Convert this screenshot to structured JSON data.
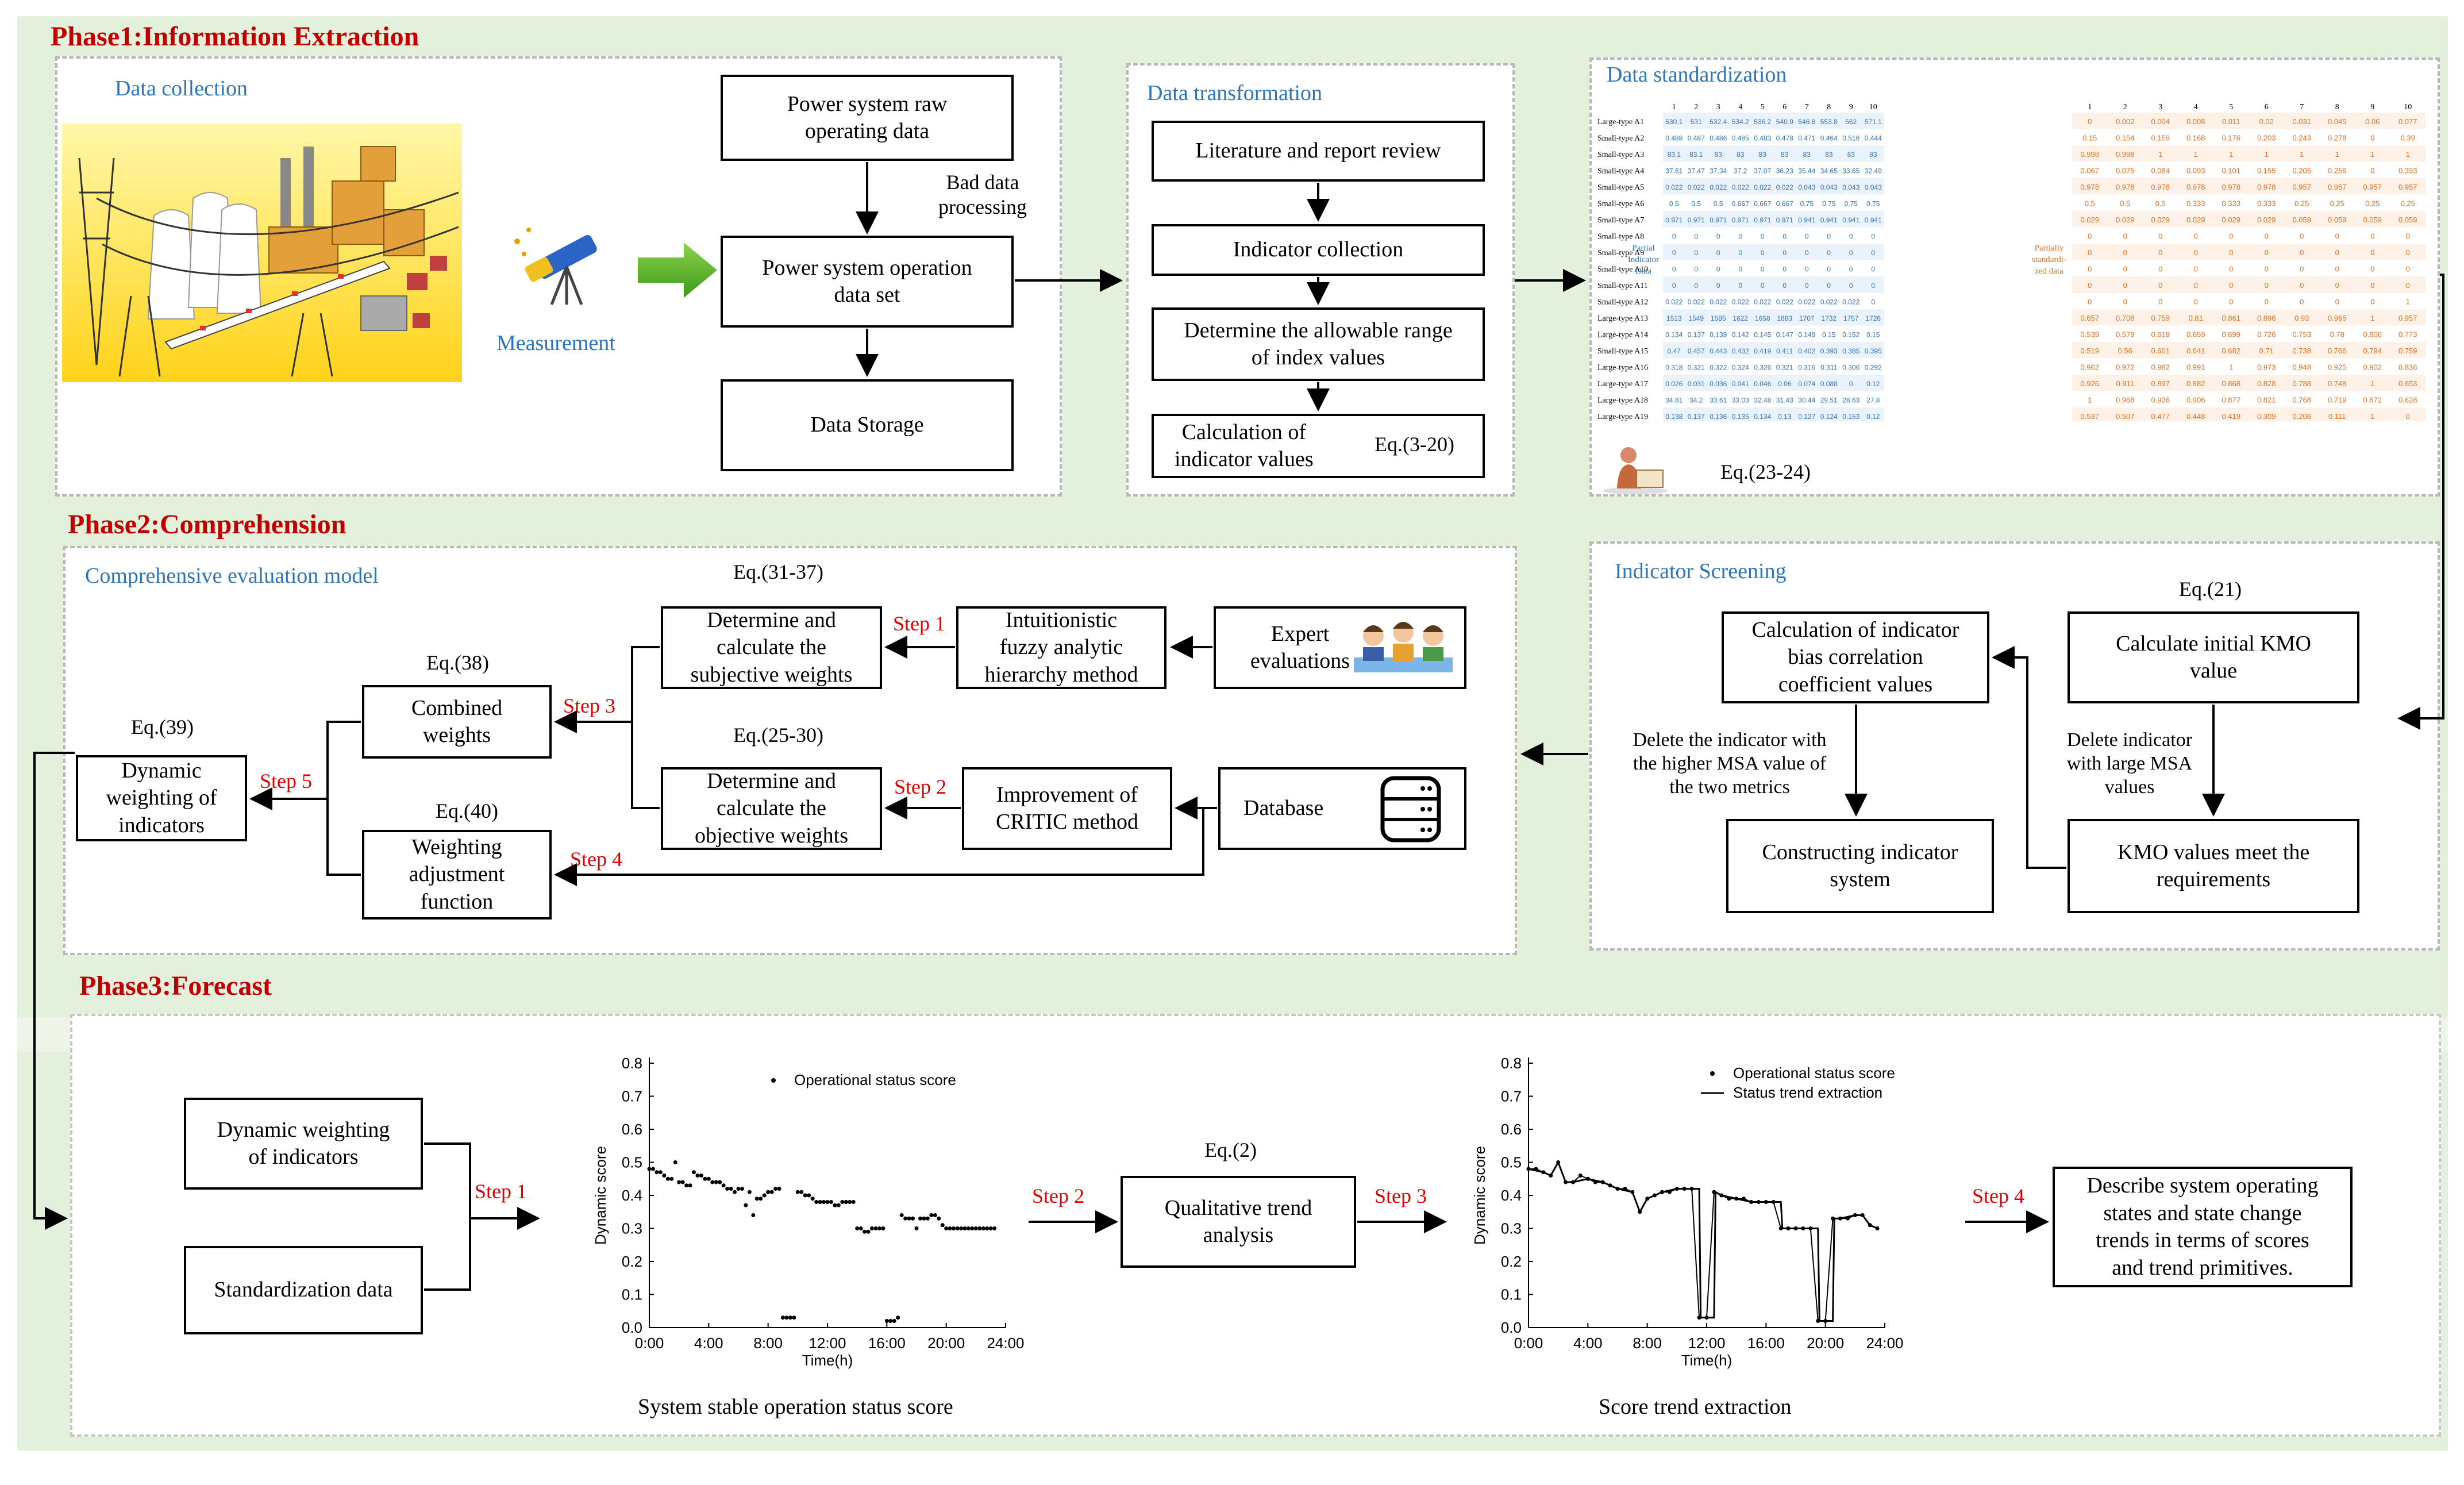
{
  "phases": {
    "phase1": "Phase1:Information Extraction",
    "phase2": "Phase2:Comprehension",
    "phase3": "Phase3:Forecast"
  },
  "data_collection": {
    "title": "Data collection",
    "measurement": "Measurement",
    "raw_data": "Power system raw\noperating data",
    "bad_data": "Bad data\nprocessing",
    "dataset": "Power system operation\ndata set",
    "storage": "Data Storage"
  },
  "data_transformation": {
    "title": "Data transformation",
    "lit_review": "Literature and report review",
    "indicator_collection": "Indicator collection",
    "allowable_range": "Determine the allowable range\nof index values",
    "calc_values": "Calculation of\nindicator values",
    "eq": "Eq.(3-20)"
  },
  "data_standardization": {
    "title": "Data standardization",
    "partial_label": "Partial\nIndicator\nData",
    "partial_std_label": "Partially\nstandardi-\nzed data",
    "eq": "Eq.(23-24)",
    "col_headers": [
      "1",
      "2",
      "3",
      "4",
      "5",
      "6",
      "7",
      "8",
      "9",
      "10"
    ],
    "row_types": [
      "Large-type",
      "Small-type",
      "Small-type",
      "Small-type",
      "Small-type",
      "Small-type",
      "Small-type",
      "Small-type",
      "Small-type",
      "Small-type",
      "Small-type",
      "Small-type",
      "Large-type",
      "Large-type",
      "Small-type",
      "Large-type",
      "Large-type",
      "Large-type",
      "Large-type"
    ],
    "row_names": [
      "A1",
      "A2",
      "A3",
      "A4",
      "A5",
      "A6",
      "A7",
      "A8",
      "A9",
      "A10",
      "A11",
      "A12",
      "A13",
      "A14",
      "A15",
      "A16",
      "A17",
      "A18",
      "A19"
    ],
    "left_rows": [
      [
        "530.1",
        "531",
        "532.4",
        "534.2",
        "536.2",
        "540.9",
        "546.8",
        "553.8",
        "562",
        "571.1"
      ],
      [
        "0.488",
        "0.487",
        "0.486",
        "0.485",
        "0.483",
        "0.478",
        "0.471",
        "0.464",
        "0.516",
        "0.444"
      ],
      [
        "83.1",
        "83.1",
        "83",
        "83",
        "83",
        "83",
        "83",
        "83",
        "83",
        "83"
      ],
      [
        "37.61",
        "37.47",
        "37.34",
        "37.2",
        "37.07",
        "36.23",
        "35.44",
        "34.65",
        "33.65",
        "32.49"
      ],
      [
        "0.022",
        "0.022",
        "0.022",
        "0.022",
        "0.022",
        "0.022",
        "0.043",
        "0.043",
        "0.043",
        "0.043"
      ],
      [
        "0.5",
        "0.5",
        "0.5",
        "0.667",
        "0.667",
        "0.667",
        "0.75",
        "0.75",
        "0.75",
        "0.75"
      ],
      [
        "0.971",
        "0.971",
        "0.971",
        "0.971",
        "0.971",
        "0.971",
        "0.941",
        "0.941",
        "0.941",
        "0.941"
      ],
      [
        "0",
        "0",
        "0",
        "0",
        "0",
        "0",
        "0",
        "0",
        "0",
        "0"
      ],
      [
        "0",
        "0",
        "0",
        "0",
        "0",
        "0",
        "0",
        "0",
        "0",
        "0"
      ],
      [
        "0",
        "0",
        "0",
        "0",
        "0",
        "0",
        "0",
        "0",
        "0",
        "0"
      ],
      [
        "0",
        "0",
        "0",
        "0",
        "0",
        "0",
        "0",
        "0",
        "0",
        "0"
      ],
      [
        "0.022",
        "0.022",
        "0.022",
        "0.022",
        "0.022",
        "0.022",
        "0.022",
        "0.022",
        "0.022",
        "0"
      ],
      [
        "1513",
        "1549",
        "1585",
        "1622",
        "1658",
        "1683",
        "1707",
        "1732",
        "1757",
        "1726"
      ],
      [
        "0.134",
        "0.137",
        "0.139",
        "0.142",
        "0.145",
        "0.147",
        "0.149",
        "0.15",
        "0.152",
        "0.15"
      ],
      [
        "0.47",
        "0.457",
        "0.443",
        "0.432",
        "0.419",
        "0.411",
        "0.402",
        "0.393",
        "0.385",
        "0.395"
      ],
      [
        "0.318",
        "0.321",
        "0.322",
        "0.324",
        "0.326",
        "0.321",
        "0.316",
        "0.311",
        "0.306",
        "0.292"
      ],
      [
        "0.026",
        "0.031",
        "0.036",
        "0.041",
        "0.046",
        "0.06",
        "0.074",
        "0.088",
        "0",
        "0.12"
      ],
      [
        "34.81",
        "34.2",
        "33.61",
        "33.03",
        "32.48",
        "31.43",
        "30.44",
        "29.51",
        "28.63",
        "27.8"
      ],
      [
        "0.138",
        "0.137",
        "0.136",
        "0.135",
        "0.134",
        "0.13",
        "0.127",
        "0.124",
        "0.153",
        "0.12"
      ]
    ],
    "right_rows": [
      [
        "0",
        "0.002",
        "0.004",
        "0.008",
        "0.011",
        "0.02",
        "0.031",
        "0.045",
        "0.06",
        "0.077"
      ],
      [
        "0.15",
        "0.154",
        "0.159",
        "0.168",
        "0.176",
        "0.203",
        "0.243",
        "0.278",
        "0",
        "0.39"
      ],
      [
        "0.998",
        "0.998",
        "1",
        "1",
        "1",
        "1",
        "1",
        "1",
        "1",
        "1"
      ],
      [
        "0.067",
        "0.075",
        "0.084",
        "0.093",
        "0.101",
        "0.155",
        "0.205",
        "0.256",
        "0",
        "0.393"
      ],
      [
        "0.978",
        "0.978",
        "0.978",
        "0.978",
        "0.978",
        "0.978",
        "0.957",
        "0.957",
        "0.957",
        "0.957"
      ],
      [
        "0.5",
        "0.5",
        "0.5",
        "0.333",
        "0.333",
        "0.333",
        "0.25",
        "0.25",
        "0.25",
        "0.25"
      ],
      [
        "0.029",
        "0.029",
        "0.029",
        "0.029",
        "0.029",
        "0.029",
        "0.059",
        "0.059",
        "0.059",
        "0.059"
      ],
      [
        "0",
        "0",
        "0",
        "0",
        "0",
        "0",
        "0",
        "0",
        "0",
        "0"
      ],
      [
        "0",
        "0",
        "0",
        "0",
        "0",
        "0",
        "0",
        "0",
        "0",
        "0"
      ],
      [
        "0",
        "0",
        "0",
        "0",
        "0",
        "0",
        "0",
        "0",
        "0",
        "0"
      ],
      [
        "0",
        "0",
        "0",
        "0",
        "0",
        "0",
        "0",
        "0",
        "0",
        "0"
      ],
      [
        "0",
        "0",
        "0",
        "0",
        "0",
        "0",
        "0",
        "0",
        "0",
        "1"
      ],
      [
        "0.657",
        "0.708",
        "0.759",
        "0.81",
        "0.861",
        "0.896",
        "0.93",
        "0.965",
        "1",
        "0.957"
      ],
      [
        "0.539",
        "0.579",
        "0.619",
        "0.659",
        "0.699",
        "0.726",
        "0.753",
        "0.78",
        "0.806",
        "0.773"
      ],
      [
        "0.519",
        "0.56",
        "0.601",
        "0.641",
        "0.682",
        "0.71",
        "0.738",
        "0.766",
        "0.794",
        "0.759"
      ],
      [
        "0.962",
        "0.972",
        "0.982",
        "0.991",
        "1",
        "0.973",
        "0.948",
        "0.925",
        "0.902",
        "0.836"
      ],
      [
        "0.926",
        "0.911",
        "0.897",
        "0.882",
        "0.868",
        "0.828",
        "0.788",
        "0.748",
        "1",
        "0.653"
      ],
      [
        "1",
        "0.968",
        "0.936",
        "0.906",
        "0.877",
        "0.821",
        "0.768",
        "0.719",
        "0.672",
        "0.628"
      ],
      [
        "0.537",
        "0.507",
        "0.477",
        "0.448",
        "0.419",
        "0.309",
        "0.206",
        "0.111",
        "1",
        "0"
      ]
    ]
  },
  "indicator_screening": {
    "title": "Indicator Screening",
    "eq": "Eq.(21)",
    "calc_bias": "Calculation of indicator\nbias correlation\ncoefficient values",
    "calc_kmo": "Calculate initial KMO\nvalue",
    "delete_higher": "Delete the indicator  with\nthe higher MSA value of\nthe two metrics",
    "delete_large": "Delete indicator\nwith large MSA\nvalues",
    "constructing": "Constructing indicator\nsystem",
    "kmo_meet": "KMO values meet the\nrequirements"
  },
  "evaluation": {
    "title": "Comprehensive evaluation model",
    "eq31": "Eq.(31-37)",
    "eq38": "Eq.(38)",
    "eq39": "Eq.(39)",
    "eq25": "Eq.(25-30)",
    "eq40": "Eq.(40)",
    "subjective": "Determine and\ncalculate the\nsubjective weights",
    "fuzzy": "Intuitionistic\nfuzzy analytic\nhierarchy method",
    "expert": "Expert\nevaluations",
    "combined": "Combined\nweights",
    "dynamic": "Dynamic\nweighting of\nindicators",
    "objective": "Determine and\ncalculate the\nobjective weights",
    "critic": "Improvement of\nCRITIC method",
    "database": "Database",
    "adjustment": "Weighting\nadjustment\nfunction",
    "step1": "Step 1",
    "step2": "Step 2",
    "step3": "Step 3",
    "step4": "Step 4",
    "step5": "Step 5"
  },
  "forecast": {
    "dyn_weight": "Dynamic weighting\nof indicators",
    "std_data": "Standardization data",
    "step1": "Step 1",
    "step2": "Step 2",
    "step3": "Step 3",
    "step4": "Step 4",
    "eq2": "Eq.(2)",
    "qualitative": "Qualitative trend\nanalysis",
    "describe": "Describe system operating\nstates and state change\ntrends in terms of scores\nand trend primitives.",
    "chart1_caption": "System stable operation status score",
    "chart2_caption": "Score trend extraction"
  },
  "chart_data": [
    {
      "type": "scatter",
      "title": "",
      "xlabel": "Time(h)",
      "ylabel": "Dynamic score",
      "xlim": [
        0,
        24
      ],
      "ylim": [
        0,
        0.8
      ],
      "xticks": [
        "0:00",
        "4:00",
        "8:00",
        "12:00",
        "16:00",
        "20:00",
        "24:00"
      ],
      "yticks": [
        "0.0",
        "0.1",
        "0.2",
        "0.3",
        "0.4",
        "0.5",
        "0.6",
        "0.7",
        "0.8"
      ],
      "legend": "top",
      "series": [
        {
          "name": "Operational status score",
          "x": [
            0,
            0.25,
            0.5,
            0.75,
            1.0,
            1.25,
            1.5,
            1.75,
            2.0,
            2.25,
            2.5,
            2.75,
            3.0,
            3.25,
            3.5,
            3.75,
            4.0,
            4.25,
            4.5,
            4.75,
            5.0,
            5.25,
            5.5,
            5.75,
            6.0,
            6.25,
            6.5,
            6.75,
            7.0,
            7.25,
            7.5,
            7.75,
            8.0,
            8.25,
            8.5,
            8.75,
            9.0,
            9.25,
            9.5,
            9.75,
            10.0,
            10.25,
            10.5,
            10.75,
            11.0,
            11.25,
            11.5,
            11.75,
            12.0,
            12.25,
            12.5,
            12.75,
            13.0,
            13.25,
            13.5,
            13.75,
            14.0,
            14.25,
            14.5,
            14.75,
            15.0,
            15.25,
            15.5,
            15.75,
            16.0,
            16.25,
            16.5,
            16.75,
            17.0,
            17.25,
            17.5,
            17.75,
            18.0,
            18.25,
            18.5,
            18.75,
            19.0,
            19.25,
            19.5,
            19.75,
            20.0,
            20.25,
            20.5,
            20.75,
            21.0,
            21.25,
            21.5,
            21.75,
            22.0,
            22.25,
            22.5,
            22.75,
            23.0,
            23.25
          ],
          "y": [
            0.48,
            0.48,
            0.47,
            0.47,
            0.46,
            0.45,
            0.45,
            0.5,
            0.44,
            0.44,
            0.43,
            0.43,
            0.47,
            0.46,
            0.46,
            0.45,
            0.45,
            0.44,
            0.44,
            0.44,
            0.43,
            0.42,
            0.42,
            0.41,
            0.42,
            0.42,
            0.37,
            0.41,
            0.34,
            0.39,
            0.39,
            0.4,
            0.41,
            0.41,
            0.42,
            0.42,
            0.03,
            0.03,
            0.03,
            0.03,
            0.41,
            0.41,
            0.4,
            0.4,
            0.39,
            0.38,
            0.38,
            0.38,
            0.38,
            0.38,
            0.37,
            0.37,
            0.38,
            0.38,
            0.38,
            0.38,
            0.3,
            0.3,
            0.29,
            0.29,
            0.3,
            0.3,
            0.3,
            0.3,
            0.02,
            0.02,
            0.02,
            0.03,
            0.34,
            0.33,
            0.33,
            0.33,
            0.3,
            0.33,
            0.33,
            0.33,
            0.34,
            0.34,
            0.33,
            0.31,
            0.3,
            0.3,
            0.3,
            0.3,
            0.3,
            0.3,
            0.3,
            0.3,
            0.3,
            0.3,
            0.3,
            0.3,
            0.3,
            0.3
          ]
        }
      ]
    },
    {
      "type": "line",
      "title": "",
      "xlabel": "Time(h)",
      "ylabel": "Dynamic score",
      "xlim": [
        0,
        24
      ],
      "ylim": [
        0,
        0.8
      ],
      "xticks": [
        "0:00",
        "4:00",
        "8:00",
        "12:00",
        "16:00",
        "20:00",
        "24:00"
      ],
      "yticks": [
        "0.0",
        "0.1",
        "0.2",
        "0.3",
        "0.4",
        "0.5",
        "0.6",
        "0.7",
        "0.8"
      ],
      "legend": "top",
      "series": [
        {
          "name": "Operational status score",
          "x": [
            0,
            0.5,
            1.0,
            1.5,
            2.0,
            2.5,
            3.0,
            3.5,
            4.0,
            4.5,
            5.0,
            5.5,
            6.0,
            6.5,
            7.0,
            7.5,
            8.0,
            8.5,
            9.0,
            9.5,
            10.0,
            10.5,
            11.0,
            11.5,
            12.0,
            12.5,
            13.0,
            13.5,
            14.0,
            14.5,
            15.0,
            15.5,
            16.0,
            16.5,
            17.0,
            17.5,
            18.0,
            18.5,
            19.0,
            19.5,
            20.0,
            20.5,
            21.0,
            21.5,
            22.0,
            22.5,
            23.0,
            23.5
          ],
          "y": [
            0.48,
            0.48,
            0.47,
            0.46,
            0.5,
            0.44,
            0.44,
            0.46,
            0.45,
            0.44,
            0.44,
            0.43,
            0.42,
            0.42,
            0.41,
            0.35,
            0.39,
            0.4,
            0.41,
            0.41,
            0.42,
            0.42,
            0.42,
            0.03,
            0.03,
            0.41,
            0.4,
            0.39,
            0.39,
            0.39,
            0.38,
            0.38,
            0.38,
            0.38,
            0.3,
            0.3,
            0.3,
            0.3,
            0.3,
            0.02,
            0.02,
            0.33,
            0.33,
            0.33,
            0.34,
            0.34,
            0.31,
            0.3
          ]
        },
        {
          "name": "Status trend extraction",
          "x": [
            0,
            1.0,
            1.5,
            2.0,
            2.5,
            3.0,
            4.0,
            5.0,
            6.0,
            7.0,
            7.5,
            8.0,
            9.0,
            10.0,
            11.0,
            11.5,
            11.6,
            12.5,
            12.6,
            13.0,
            14.0,
            15.0,
            16.0,
            17.0,
            17.1,
            19.0,
            19.5,
            19.6,
            20.5,
            20.6,
            21.0,
            22.0,
            22.5,
            23.0,
            23.5
          ],
          "y": [
            0.48,
            0.47,
            0.46,
            0.5,
            0.44,
            0.44,
            0.45,
            0.44,
            0.42,
            0.41,
            0.35,
            0.39,
            0.41,
            0.42,
            0.42,
            0.42,
            0.03,
            0.03,
            0.41,
            0.4,
            0.39,
            0.38,
            0.38,
            0.38,
            0.3,
            0.3,
            0.3,
            0.02,
            0.02,
            0.33,
            0.33,
            0.34,
            0.34,
            0.31,
            0.3
          ]
        }
      ]
    }
  ]
}
